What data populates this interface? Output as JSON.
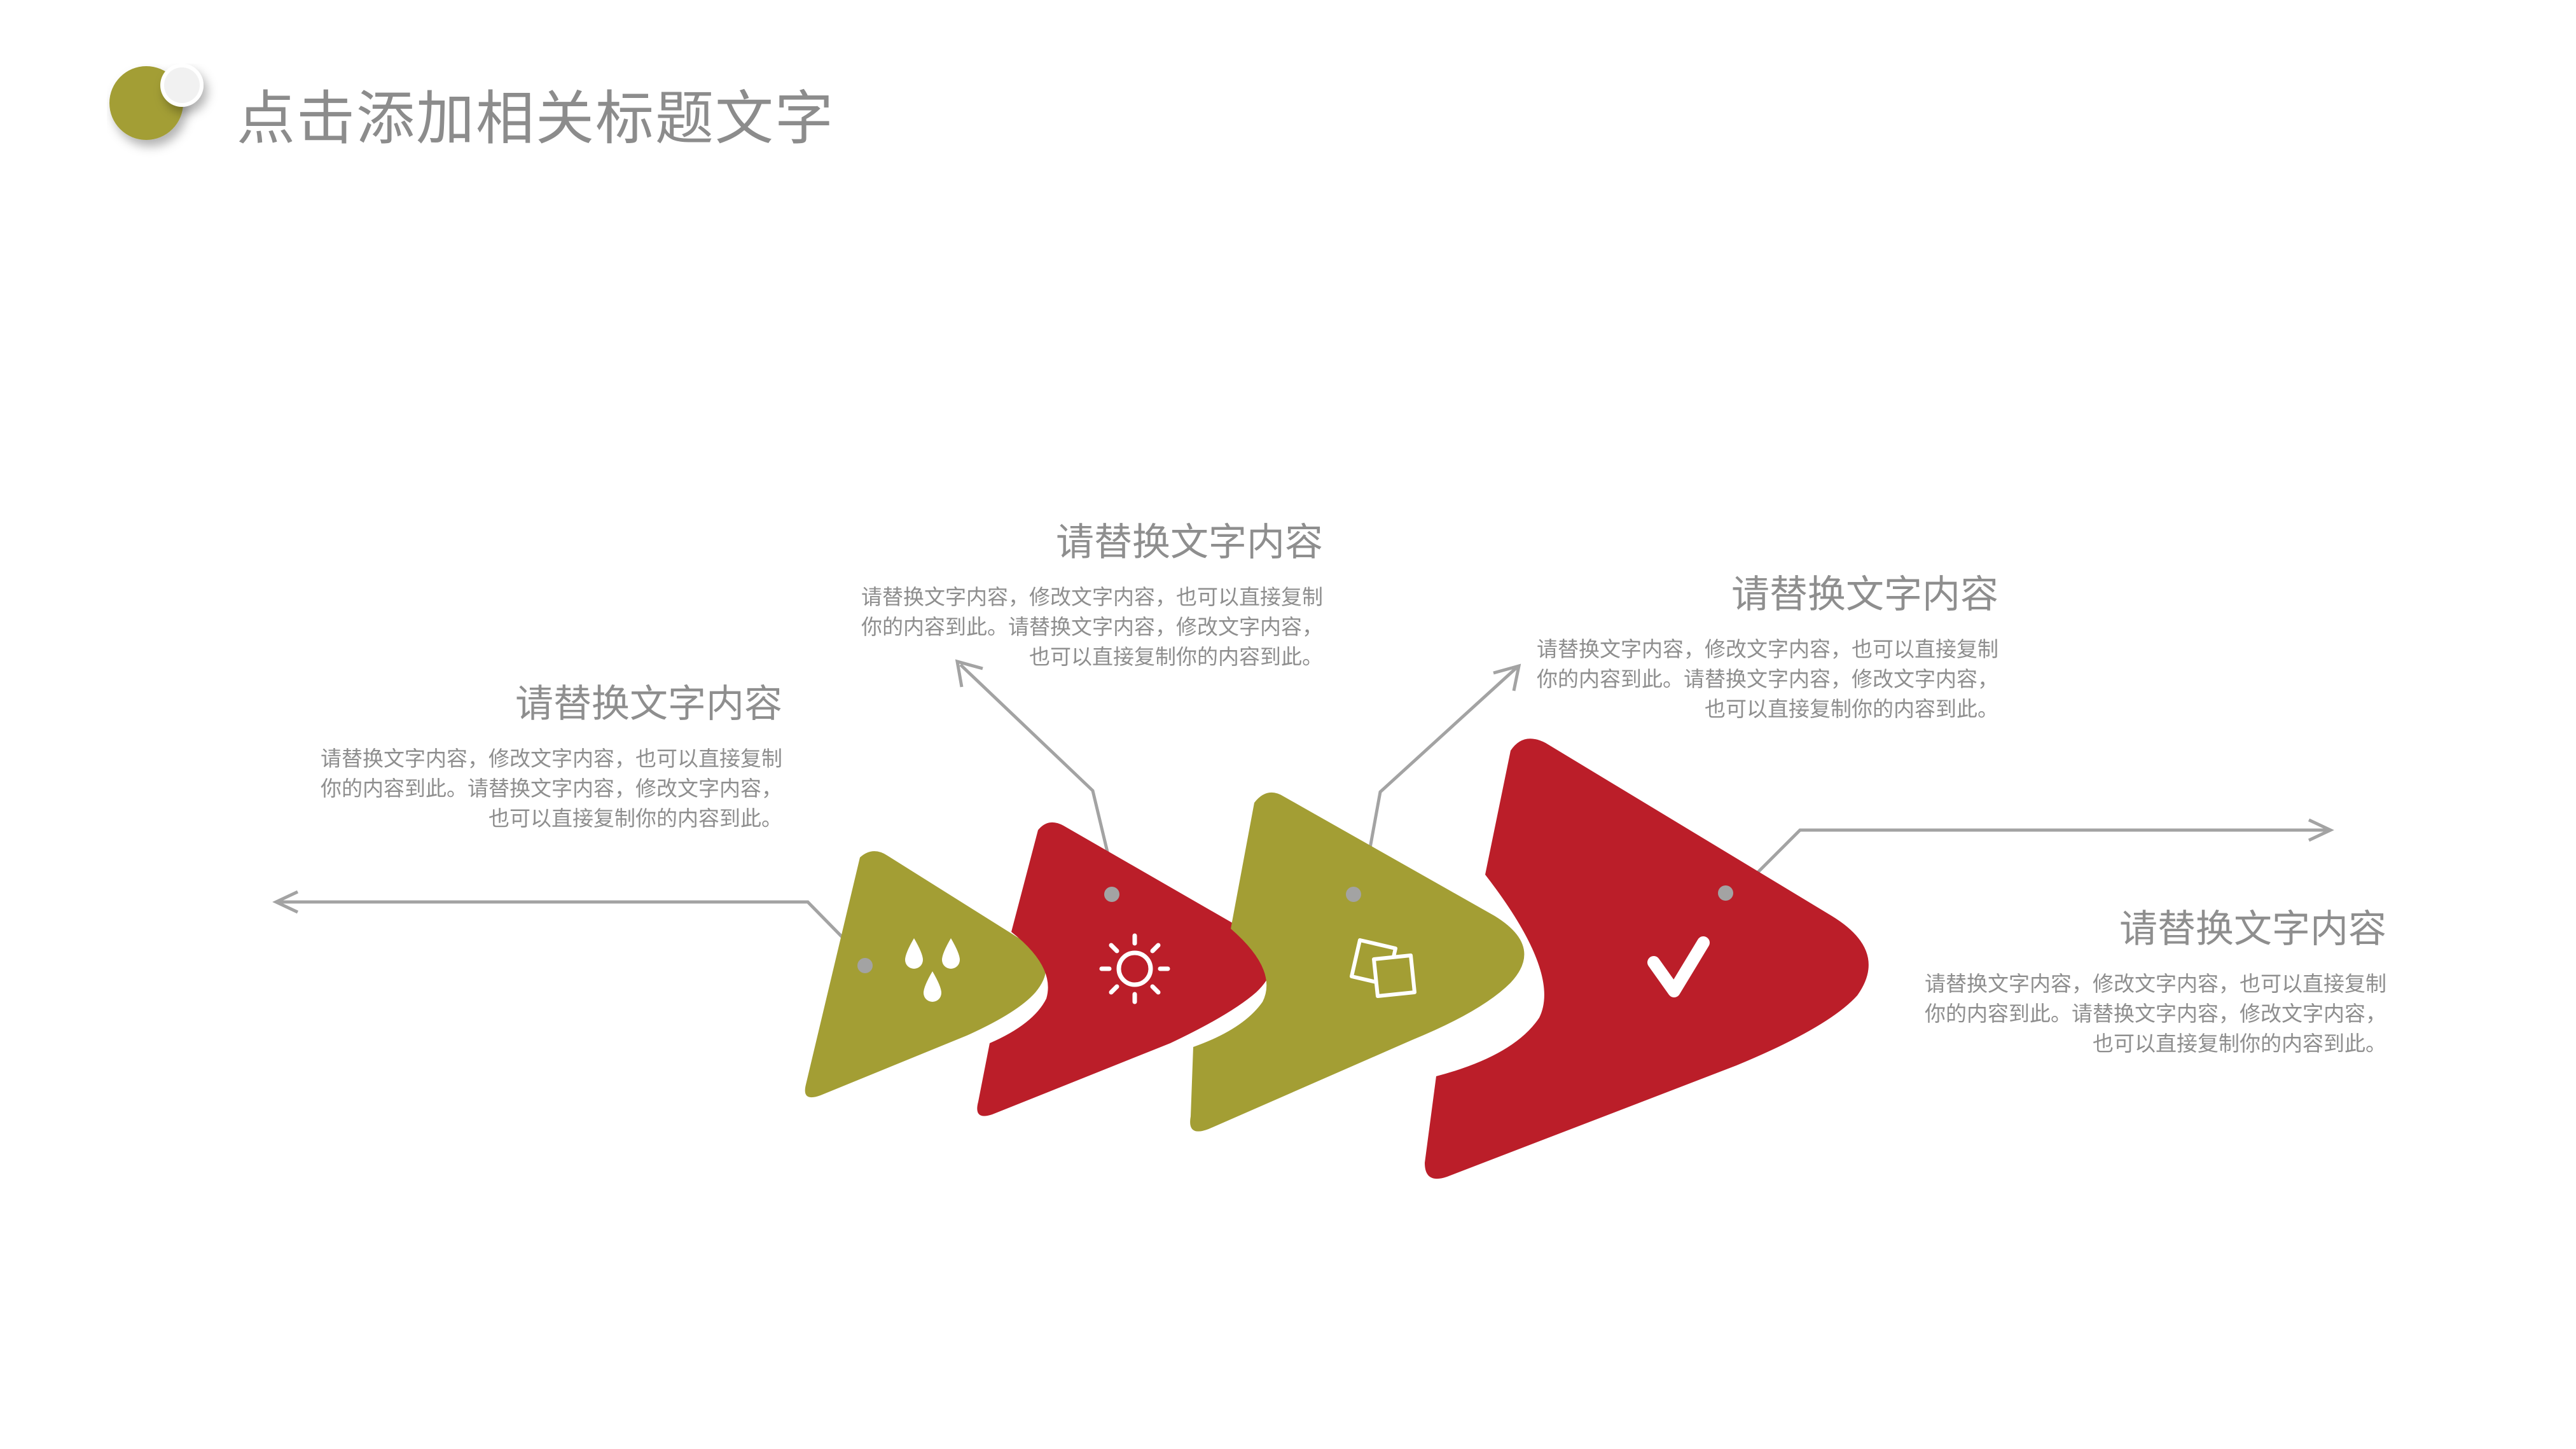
{
  "header": {
    "title": "点击添加相关标题文字"
  },
  "colors": {
    "olive": "#a39e34",
    "red": "#bb1e29",
    "connector": "#a3a3a3",
    "text": "#8e8e8e"
  },
  "steps": [
    {
      "color": "olive",
      "icon": "water-drops-icon"
    },
    {
      "color": "red",
      "icon": "sun-icon"
    },
    {
      "color": "olive",
      "icon": "cards-icon"
    },
    {
      "color": "red",
      "icon": "checkmark-icon"
    }
  ],
  "blocks": [
    {
      "heading": "请替换文字内容",
      "lines": [
        "请替换文字内容，修改文字内容，也可以直接复制",
        "你的内容到此。请替换文字内容，修改文字内容，",
        "也可以直接复制你的内容到此。"
      ]
    },
    {
      "heading": "请替换文字内容",
      "lines": [
        "请替换文字内容，修改文字内容，也可以直接复制",
        "你的内容到此。请替换文字内容，修改文字内容，",
        "也可以直接复制你的内容到此。"
      ]
    },
    {
      "heading": "请替换文字内容",
      "lines": [
        "请替换文字内容，修改文字内容，也可以直接复制",
        "你的内容到此。请替换文字内容，修改文字内容，",
        "也可以直接复制你的内容到此。"
      ]
    },
    {
      "heading": "请替换文字内容",
      "lines": [
        "请替换文字内容，修改文字内容，也可以直接复制",
        "你的内容到此。请替换文字内容，修改文字内容，",
        "也可以直接复制你的内容到此。"
      ]
    }
  ]
}
